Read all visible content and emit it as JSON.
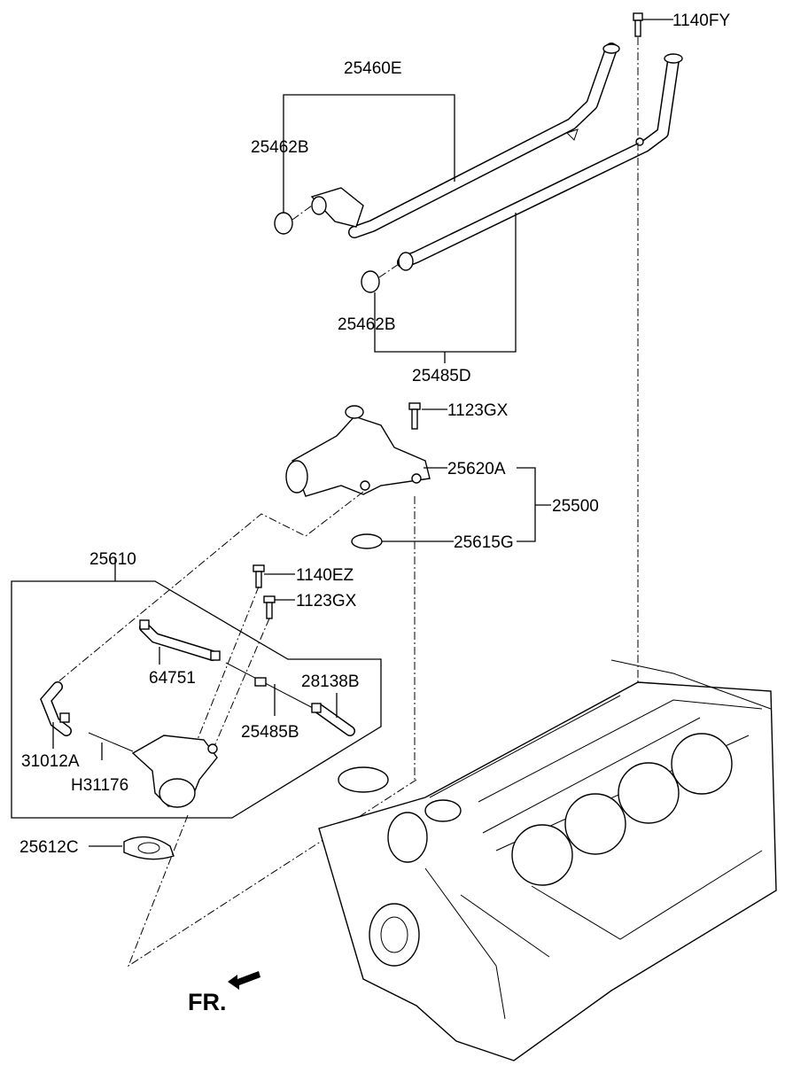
{
  "labels": {
    "p_1140FY": "1140FY",
    "p_25460E": "25460E",
    "p_25462B_top": "25462B",
    "p_25462B_bottom": "25462B",
    "p_25485D": "25485D",
    "p_1123GX_top": "1123GX",
    "p_25620A": "25620A",
    "p_25500": "25500",
    "p_25615G": "25615G",
    "p_25610": "25610",
    "p_1140EZ": "1140EZ",
    "p_1123GX_mid": "1123GX",
    "p_64751": "64751",
    "p_28138B": "28138B",
    "p_25485B": "25485B",
    "p_31012A": "31012A",
    "p_H31176": "H31176",
    "p_25612C": "25612C",
    "front": "FR."
  }
}
